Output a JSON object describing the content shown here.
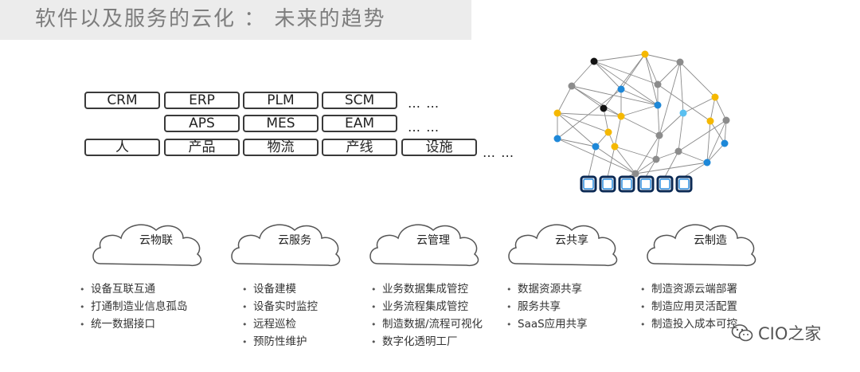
{
  "title": "软件以及服务的云化 ： 未来的趋势",
  "systems": {
    "row1": [
      "CRM",
      "ERP",
      "PLM",
      "SCM"
    ],
    "row2": [
      "APS",
      "MES",
      "EAM"
    ],
    "row3": [
      "人",
      "产品",
      "物流",
      "产线",
      "设施"
    ],
    "ellipsis": [
      "… …",
      "… …",
      "… …"
    ]
  },
  "network": {
    "node_colors": {
      "yellow": "#f5b800",
      "blue": "#1e88d8",
      "gray": "#8c8c8c",
      "black": "#111111",
      "lightblue": "#5bc0f0"
    },
    "terminal_count": 6
  },
  "clouds": [
    {
      "label": "云物联",
      "items": [
        "设备互联互通",
        "打通制造业信息孤岛",
        "统一数据接口"
      ]
    },
    {
      "label": "云服务",
      "items": [
        "设备建模",
        "设备实时监控",
        "远程巡检",
        "预防性维护"
      ]
    },
    {
      "label": "云管理",
      "items": [
        "业务数据集成管控",
        "业务流程集成管控",
        "制造数据/流程可视化",
        "数字化透明工厂"
      ]
    },
    {
      "label": "云共享",
      "items": [
        "数据资源共享",
        "服务共享",
        "SaaS应用共享"
      ]
    },
    {
      "label": "云制造",
      "items": [
        "制造资源云端部署",
        "制造应用灵活配置",
        "制造投入成本可控"
      ]
    }
  ],
  "watermark": "CIO之家"
}
